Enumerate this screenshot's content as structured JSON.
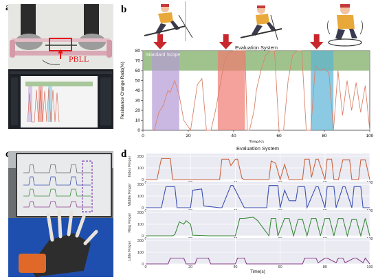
{
  "panels": {
    "a": "a",
    "b": "b",
    "c": "c",
    "d": "d"
  },
  "panel_a": {
    "device_label": "PBLL"
  },
  "chart_data": [
    {
      "type": "line",
      "title": "Evaluation System",
      "band_label": "Standard Scope",
      "xlabel": "Time(s)",
      "ylabel": "Resistance Change Ratio(%)",
      "xlim": [
        0,
        100
      ],
      "ylim": [
        0,
        80
      ],
      "x_ticks": [
        0,
        20,
        40,
        60,
        80,
        100
      ],
      "y_ticks": [
        0,
        10,
        20,
        30,
        40,
        50,
        60,
        70,
        80
      ],
      "standard_band": [
        60,
        80
      ],
      "highlights": [
        {
          "x0": 4,
          "x1": 16,
          "color": "#b59ad6"
        },
        {
          "x0": 33,
          "x1": 45,
          "color": "#ef7a70"
        },
        {
          "x0": 74,
          "x1": 84,
          "color": "#5ab4d6"
        }
      ],
      "series": [
        {
          "color": "#d9826a",
          "x": [
            5,
            7,
            9,
            11,
            12,
            14,
            16,
            18,
            21,
            24,
            26,
            28,
            30,
            32,
            34,
            36,
            38,
            40,
            42,
            44,
            45,
            46,
            47,
            49,
            50,
            52,
            54,
            56,
            58,
            60,
            62,
            64,
            66,
            68,
            70,
            72,
            74,
            76,
            78,
            80,
            82,
            84,
            86,
            88,
            90,
            92,
            94,
            96,
            98,
            100
          ],
          "y": [
            0,
            18,
            25,
            40,
            38,
            50,
            35,
            10,
            0,
            46,
            52,
            0,
            0,
            20,
            45,
            70,
            78,
            80,
            80,
            80,
            80,
            0,
            0,
            20,
            40,
            60,
            75,
            80,
            80,
            0,
            0,
            50,
            76,
            80,
            80,
            0,
            0,
            65,
            60,
            62,
            58,
            0,
            60,
            15,
            50,
            20,
            48,
            18,
            45,
            0
          ]
        }
      ]
    },
    {
      "type": "line",
      "title": "Evaluation System",
      "xlabel": "Time(s)",
      "x_ticks": [
        0,
        20,
        40,
        60,
        80,
        100
      ],
      "xlim": [
        0,
        100
      ],
      "ylim": [
        0,
        200
      ],
      "y_ticks": [
        0,
        100,
        200
      ],
      "subplots": [
        {
          "ylabel": "Index Finger",
          "color": "#c9643c",
          "x": [
            0,
            5,
            7,
            11,
            12,
            20,
            33,
            34,
            37,
            38,
            40,
            41,
            43,
            44,
            50,
            55,
            56,
            58,
            60,
            62,
            64,
            70,
            71,
            73,
            74,
            76,
            77,
            80,
            81,
            83,
            84,
            86,
            88,
            91,
            92,
            95,
            96,
            98,
            100
          ],
          "y": [
            0,
            0,
            180,
            180,
            0,
            0,
            0,
            175,
            175,
            120,
            175,
            175,
            10,
            0,
            0,
            0,
            160,
            140,
            0,
            130,
            0,
            0,
            175,
            175,
            20,
            175,
            175,
            0,
            175,
            175,
            0,
            0,
            170,
            170,
            0,
            0,
            170,
            170,
            0
          ]
        },
        {
          "ylabel": "Middle Finger",
          "color": "#3a4fb0",
          "x": [
            0,
            7,
            9,
            13,
            14,
            20,
            21,
            25,
            26,
            33,
            34,
            38,
            39,
            44,
            54,
            55,
            59,
            60,
            62,
            64,
            67,
            68,
            71,
            72,
            76,
            77,
            80,
            81,
            84,
            85,
            88,
            89,
            92,
            93,
            96,
            97,
            100
          ],
          "y": [
            0,
            0,
            180,
            180,
            0,
            0,
            150,
            160,
            15,
            0,
            0,
            190,
            190,
            0,
            0,
            190,
            190,
            0,
            150,
            60,
            60,
            180,
            180,
            0,
            180,
            180,
            0,
            180,
            180,
            0,
            180,
            180,
            0,
            180,
            180,
            0,
            0
          ]
        },
        {
          "ylabel": "Ring Finger",
          "color": "#3a8a3a",
          "x": [
            0,
            12,
            13,
            15,
            17,
            18,
            20,
            21,
            28,
            33,
            40,
            42,
            44,
            48,
            50,
            55,
            56,
            58,
            59,
            62,
            64,
            66,
            68,
            70,
            72,
            74,
            76,
            78,
            80,
            82,
            84,
            86,
            88,
            90,
            92,
            94,
            96,
            98,
            100
          ],
          "y": [
            0,
            0,
            10,
            120,
            100,
            130,
            100,
            5,
            0,
            0,
            0,
            150,
            150,
            160,
            130,
            0,
            150,
            150,
            0,
            150,
            150,
            0,
            140,
            140,
            0,
            150,
            150,
            0,
            150,
            150,
            0,
            150,
            150,
            0,
            140,
            140,
            0,
            150,
            0
          ]
        },
        {
          "ylabel": "Little Finger",
          "color": "#8a3f8a",
          "x": [
            0,
            10,
            11,
            17,
            18,
            22,
            23,
            28,
            29,
            40,
            41,
            44,
            45,
            50,
            60,
            70,
            71,
            76,
            77,
            80,
            81,
            85,
            86,
            88,
            89,
            93,
            94,
            97,
            98,
            100
          ],
          "y": [
            0,
            0,
            50,
            50,
            0,
            0,
            50,
            50,
            0,
            0,
            50,
            50,
            0,
            0,
            0,
            0,
            50,
            50,
            10,
            50,
            50,
            10,
            50,
            50,
            10,
            50,
            50,
            10,
            50,
            0
          ]
        }
      ]
    }
  ]
}
